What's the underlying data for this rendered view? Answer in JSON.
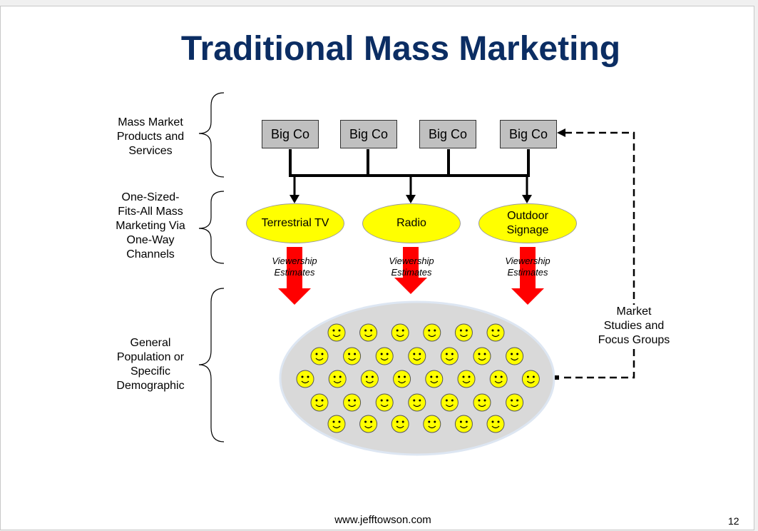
{
  "title": "Traditional Mass Marketing",
  "left_labels": {
    "products": [
      "Mass Market",
      "Products and",
      "Services"
    ],
    "channels": [
      "One-Sized-",
      "Fits-All Mass",
      "Marketing Via",
      "One-Way",
      "Channels"
    ],
    "population": [
      "General",
      "Population or",
      "Specific",
      "Demographic"
    ]
  },
  "companies": [
    "Big Co",
    "Big Co",
    "Big Co",
    "Big Co"
  ],
  "channels": [
    {
      "lines": [
        "Terrestrial TV"
      ]
    },
    {
      "lines": [
        "Radio"
      ]
    },
    {
      "lines": [
        "Outdoor",
        "Signage"
      ]
    }
  ],
  "viewership_label": [
    "Viewership",
    "Estimates"
  ],
  "feedback_label": [
    "Market",
    "Studies and",
    "Focus Groups"
  ],
  "footer": "www.jefftowson.com",
  "page_number": "12",
  "colors": {
    "title": "#0b2d63",
    "company_box": "#c0c0c0",
    "channel_ellipse": "#ffff00",
    "down_arrow": "#ff0000",
    "population_ellipse": "#d9d9d9",
    "smiley": "#ffff00"
  },
  "smiley_rows": [
    6,
    7,
    8,
    7,
    6
  ]
}
